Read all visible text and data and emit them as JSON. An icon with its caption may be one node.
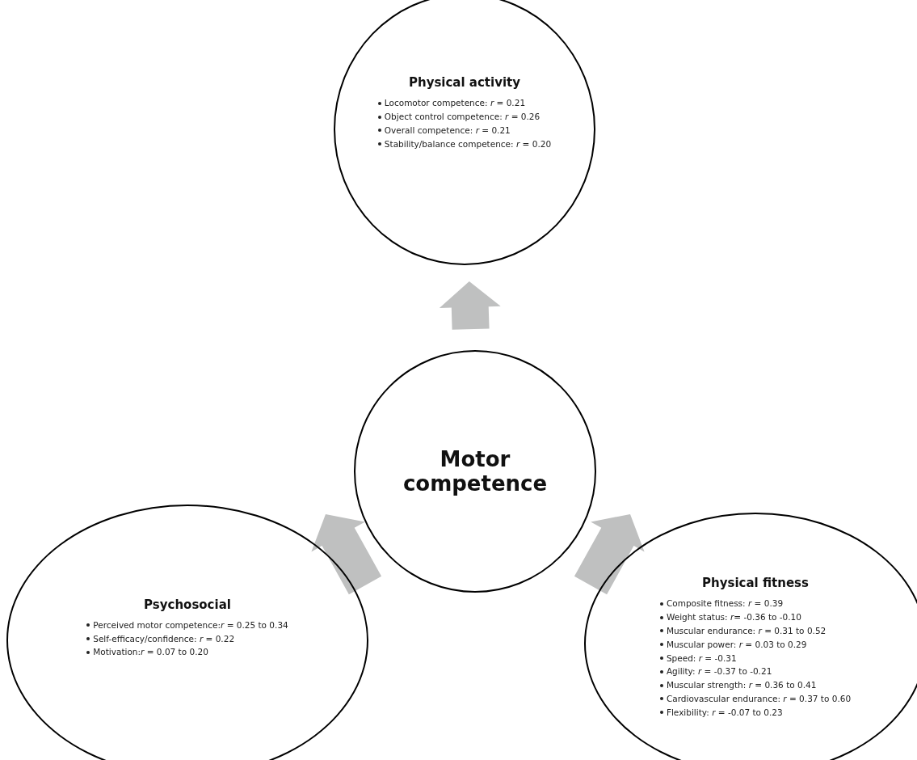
{
  "diagram": {
    "nodes": [
      {
        "text": [
          "Motor competence"
        ]
      },
      {
        "text": [
          "Physical activity",
          "Locomotor competence: *r* = 0.21",
          "Object control competence: *r* = 0.26",
          "Overall competence: *r* = 0.21",
          "Stability/balance competence: *r* = 0.20"
        ]
      },
      {
        "text": [
          "Psychosocial",
          "Perceived motor competence:*r* = 0.25 to 0.34",
          "Self-efficacy/confidence: *r* = 0.22",
          "Motivation:*r* = 0.07 to 0.20"
        ]
      },
      {
        "text": [
          "Physical fitness",
          "Composite fitness: *r* = 0.39",
          "Weight status: *r*= -0.36 to -0.10",
          "Muscular endurance: *r* = 0.31 to 0.52",
          "Muscular power: *r* = 0.03 to 0.29",
          "Speed: *r* = -0.31",
          "Agility: *r* = -0.37 to -0.21",
          "Muscular strength: *r* = 0.36 to 0.41",
          "Cardiovascular endurance: *r* = 0.37 to 0.60",
          "Flexibility: *r* = -0.07 to 0.23"
        ]
      }
    ],
    "edges": [
      {
        "from": 0,
        "to": 1,
        "arrow": "to",
        "style": "thick",
        "color": "#bfc0c0"
      },
      {
        "from": 0,
        "to": 2,
        "arrow": "to",
        "style": "thick",
        "color": "#bfc0c0"
      },
      {
        "from": 0,
        "to": 3,
        "arrow": "to",
        "style": "thick",
        "color": "#bfc0c0"
      }
    ]
  }
}
